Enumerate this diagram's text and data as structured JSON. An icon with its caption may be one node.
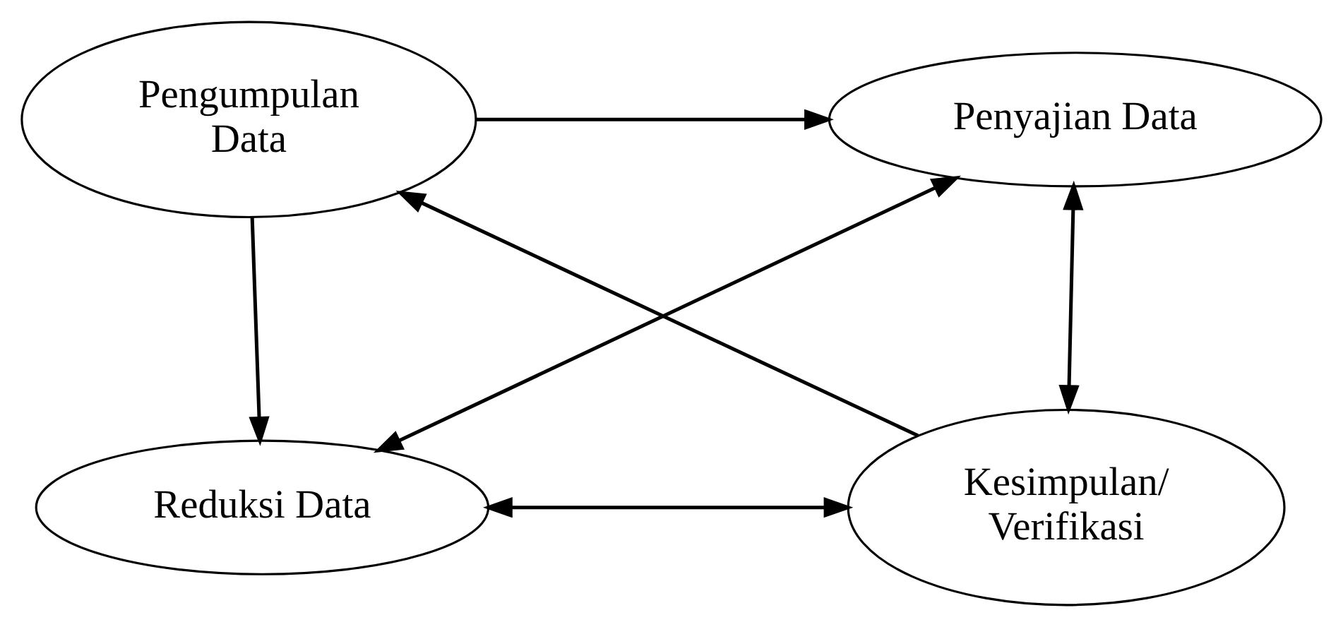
{
  "diagram": {
    "nodes": [
      {
        "text": [
          "Pengumpulan Data"
        ]
      },
      {
        "text": [
          "Penyajian Data"
        ]
      },
      {
        "text": [
          "Reduksi Data"
        ]
      },
      {
        "text": [
          "Kesimpulan/ Verifikasi"
        ]
      }
    ],
    "edges": [
      {
        "from": 0,
        "to": 1,
        "arrow": "to"
      },
      {
        "from": 0,
        "to": 2,
        "arrow": "to"
      },
      {
        "from": 2,
        "to": 1,
        "arrow": "both"
      },
      {
        "from": 1,
        "to": 3,
        "arrow": "both"
      },
      {
        "from": 2,
        "to": 3,
        "arrow": "both"
      },
      {
        "from": 3,
        "to": 0,
        "arrow": "to"
      }
    ]
  }
}
